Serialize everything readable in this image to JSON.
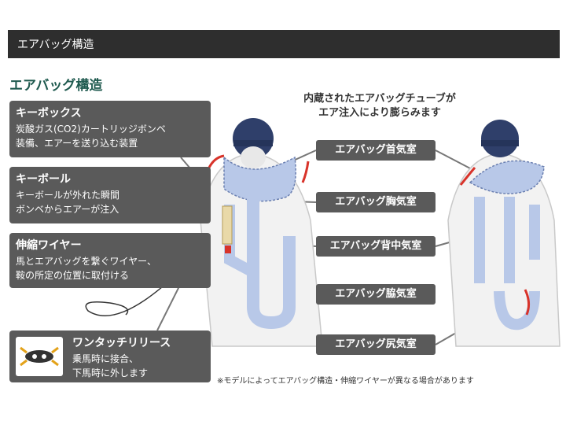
{
  "header": {
    "title": "エアバッグ構造"
  },
  "section_title": "エアバッグ構造",
  "callout": {
    "line1": "内蔵されたエアバッグチューブが",
    "line2": "エア注入により膨らみます"
  },
  "boxes": {
    "keybox": {
      "title": "キーボックス",
      "line1": "炭酸ガス(CO2)カートリッジボンベ",
      "line2": "装備、エアーを送り込む装置"
    },
    "keyball": {
      "title": "キーボール",
      "line1": "キーボールが外れた瞬間",
      "line2": "ボンベからエアーが注入"
    },
    "wire": {
      "title": "伸縮ワイヤー",
      "line1": "馬とエアバッグを繋ぐワイヤー、",
      "line2": "鞍の所定の位置に取付ける"
    },
    "release": {
      "title": "ワンタッチリリース",
      "line1": "乗馬時に接合、",
      "line2": "下馬時に外します"
    }
  },
  "parts": {
    "neck": "エアバッグ首気室",
    "chest": "エアバッグ胸気室",
    "back": "エアバッグ背中気室",
    "side": "エアバッグ脇気室",
    "hip": "エアバッグ尻気室"
  },
  "note": "※モデルによってエアバッグ構造・伸縮ワイヤーが異なる場合があります",
  "colors": {
    "header_bg": "#2e2e2e",
    "title_green": "#1f5a4f",
    "box_gray": "#5a5a5a",
    "airbag_blue": "#b8c8e8",
    "arrow_red": "#d8332a",
    "helmet_navy": "#2f3f6a"
  }
}
